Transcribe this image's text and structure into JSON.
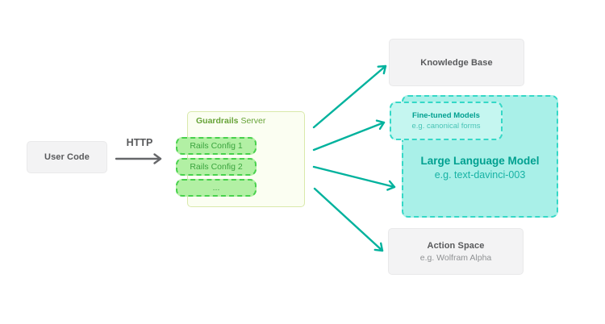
{
  "colors": {
    "teal_accent": "#00b29d",
    "teal_border": "#35d8c7",
    "teal_fill": "#a9f0e8",
    "teal_fill_light": "#c5f6f0",
    "teal_text_bold": "#00a090",
    "teal_text_mid": "#17b2a4",
    "teal_text_light": "#49c4b6",
    "green_border": "#48d14c",
    "green_fill": "#b2f0a4",
    "green_text": "#3ba43e",
    "server_border": "#d9e9ab",
    "server_fill": "#fbfef2",
    "server_title": "#67a338",
    "gray_fill": "#f3f3f4",
    "gray_border": "#e9e9ea",
    "gray_text": "#58595b",
    "gray_text_light": "#8f9193",
    "arrow_gray": "#66676a"
  },
  "nodes": {
    "user_code": {
      "label": "User Code"
    },
    "http": {
      "label": "HTTP"
    },
    "server": {
      "title_bold": "Guardrails",
      "title_rest": " Server",
      "configs": [
        "Rails Config 1",
        "Rails Config 2",
        "..."
      ]
    },
    "knowledge_base": {
      "label": "Knowledge Base"
    },
    "fine_tuned": {
      "title": "Fine-tuned Models",
      "subtitle": "e.g. canonical forms"
    },
    "llm": {
      "title": "Large Language Model",
      "subtitle": "e.g. text-davinci-003"
    },
    "action_space": {
      "title": "Action Space",
      "subtitle": "e.g. Wolfram Alpha"
    }
  }
}
